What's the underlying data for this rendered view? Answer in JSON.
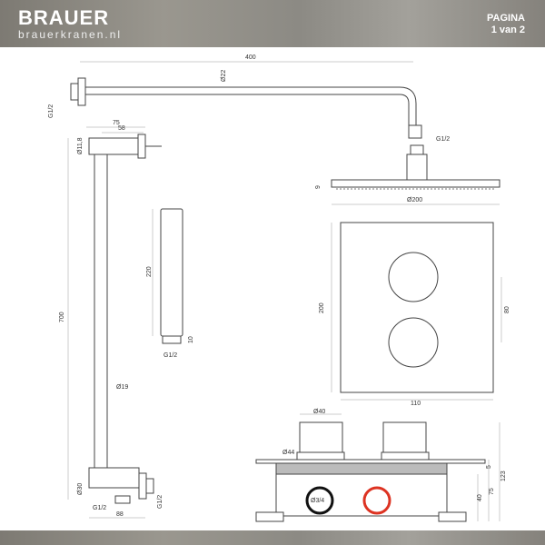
{
  "header": {
    "brand": "BRAUER",
    "website": "brauerkranen.nl",
    "page_label": "PAGINA",
    "page_number": "1 van 2"
  },
  "dimensions": {
    "arm_length": "400",
    "arm_diameter": "Ø22",
    "arm_thread": "G1/2",
    "head_thread": "G1/2",
    "head_thickness": "9",
    "head_diameter": "Ø200",
    "bar_outlet_length": "75",
    "bar_outlet_inner": "58",
    "bar_top_diameter": "Ø11,8",
    "bar_length": "700",
    "bar_diameter": "Ø19",
    "bar_bottom_diameter": "Ø30",
    "bar_inlet_thread": "G1/2",
    "bar_outlet_thread": "G1/2",
    "bar_bottom_width": "88",
    "hand_length": "220",
    "hand_tail": "10",
    "hand_thread": "G1/2",
    "plate_height": "200",
    "plate_width": "110",
    "knob_spacing": "80",
    "knob_diameter": "Ø40",
    "knob_base_diameter": "Ø44",
    "inlet_thread": "Ø3/4",
    "plate_thickness": "5",
    "box_inlet_height": "40",
    "box_height": "75",
    "total_height": "123"
  }
}
